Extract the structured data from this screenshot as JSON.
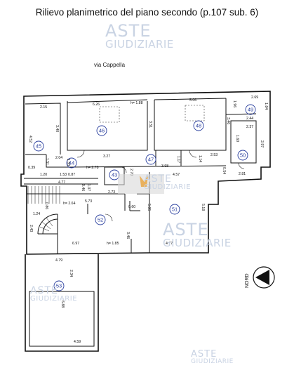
{
  "title": "Rilievo planimetrico del piano secondo (p.107 sub. 6)",
  "street_label": "via Cappella",
  "watermark": {
    "line1": "ASTE",
    "line2": "GIUDIZIARIE"
  },
  "compass_label": "NORD",
  "rooms": [
    "45",
    "46",
    "47",
    "48",
    "49",
    "50",
    "44",
    "43",
    "51",
    "52",
    "53"
  ],
  "dimensions": {
    "d_2_15": "2.15",
    "d_6_26": "6.26",
    "d_h1_88": "h= 1.88",
    "d_5_06": "5.06",
    "d_1_96": "1.96",
    "d_2_69": "2.69",
    "d_1_84": "1.84",
    "d_3_40": "3.40",
    "d_3_51": "3.51",
    "d_3_46a": "3.46",
    "d_2_44": "2.44",
    "d_2_37": "2.37",
    "d_1_60": "1.60",
    "d_2_97": "2.97",
    "d_4_52": "4.52",
    "d_2_04": "2.04",
    "d_1_51": "1.51",
    "d_3_27": "3.27",
    "d_1_17": "1.17",
    "d_1_14": "1.14",
    "d_2_53": "2.53",
    "d_0_39": "0.39",
    "d_1_20": "1.20",
    "d_1_53a": "1.53",
    "d_1_53b": "1.53",
    "d_0_87": "0.87",
    "d_h2_78": "h= 2.78",
    "d_2_70": "2.70",
    "d_3_98": "3.98",
    "d_4_57": "4.57",
    "d_0_54": "0.54",
    "d_2_81": "2.81",
    "d_4_77a": "4.77",
    "d_1_07": "1.07",
    "d_0_46": "0.46",
    "d_2_73": "2.73",
    "d_h2_64": "h= 2.64",
    "d_5_73": "5.73",
    "d_0_86": "0.86",
    "d_0_60": "0.60",
    "d_5_05": "5.05",
    "d_5_18": "5.18",
    "d_1_24": "1.24",
    "d_2_43": "2.43",
    "d_3_46b": "3.46",
    "d_6_97": "6.97",
    "d_h1_85": "h= 1.85",
    "d_4_77b": "4.77",
    "d_4_79": "4.79",
    "d_2_34": "2.34",
    "d_6_88": "6.88",
    "d_4_59": "4.59"
  }
}
